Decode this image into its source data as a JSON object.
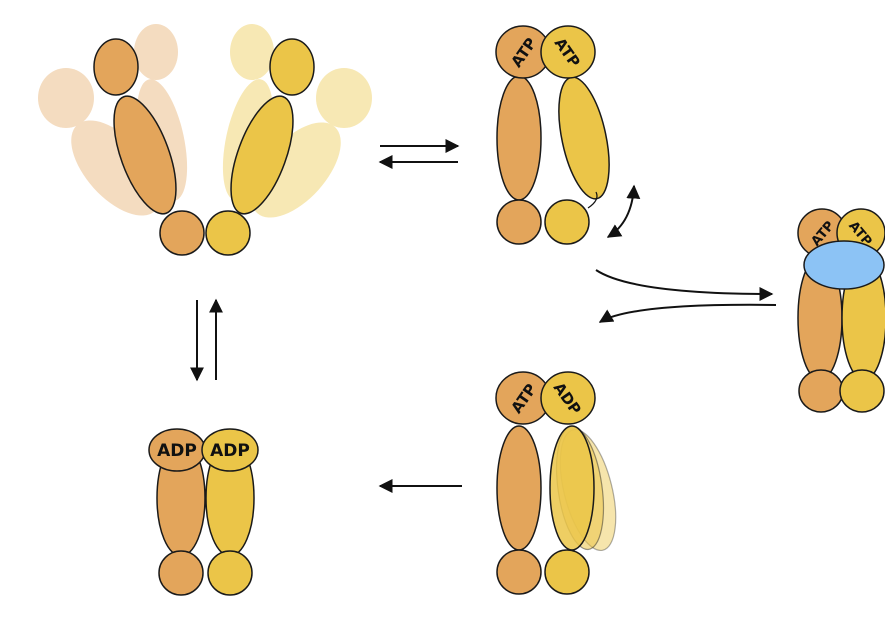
{
  "labels": {
    "state_closed_atp": {
      "left": "ATP",
      "right": "ATP"
    },
    "state_bound_atp": {
      "left": "ATP",
      "right": "ATP"
    },
    "state_hydrolysis": {
      "left": "ATP",
      "right": "ADP"
    },
    "state_adp": {
      "left": "ADP",
      "right": "ADP"
    }
  },
  "colors": {
    "protomer_a": "#e3a55b",
    "protomer_b": "#ebc548",
    "protomer_a_faded": "#f1d3ad",
    "protomer_b_faded": "#f6e4a6",
    "client": "#8cc3f5",
    "outline": "#1a1a1a"
  }
}
